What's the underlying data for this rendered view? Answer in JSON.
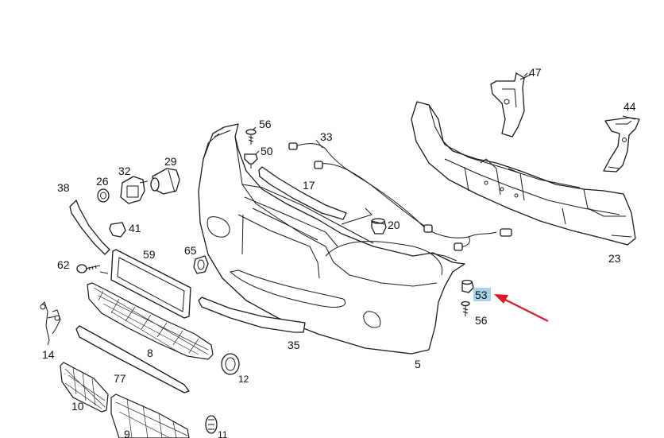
{
  "diagram": {
    "callouts": [
      {
        "id": "47",
        "label": "47"
      },
      {
        "id": "44",
        "label": "44"
      },
      {
        "id": "23",
        "label": "23"
      },
      {
        "id": "56a",
        "label": "56"
      },
      {
        "id": "50",
        "label": "50"
      },
      {
        "id": "33",
        "label": "33"
      },
      {
        "id": "17",
        "label": "17"
      },
      {
        "id": "20",
        "label": "20"
      },
      {
        "id": "29",
        "label": "29"
      },
      {
        "id": "32",
        "label": "32"
      },
      {
        "id": "26",
        "label": "26"
      },
      {
        "id": "38",
        "label": "38"
      },
      {
        "id": "41",
        "label": "41"
      },
      {
        "id": "59",
        "label": "59"
      },
      {
        "id": "65",
        "label": "65"
      },
      {
        "id": "62",
        "label": "62"
      },
      {
        "id": "53",
        "label": "53",
        "highlighted": true
      },
      {
        "id": "56b",
        "label": "56"
      },
      {
        "id": "35",
        "label": "35"
      },
      {
        "id": "5",
        "label": "5"
      },
      {
        "id": "14",
        "label": "14"
      },
      {
        "id": "8",
        "label": "8"
      },
      {
        "id": "12",
        "label": "12"
      },
      {
        "id": "77",
        "label": "77"
      },
      {
        "id": "10",
        "label": "10"
      },
      {
        "id": "9",
        "label": "9"
      },
      {
        "id": "11",
        "label": "11"
      }
    ],
    "highlight_color": "#a9d3ea",
    "arrow_color": "#e0191e"
  }
}
